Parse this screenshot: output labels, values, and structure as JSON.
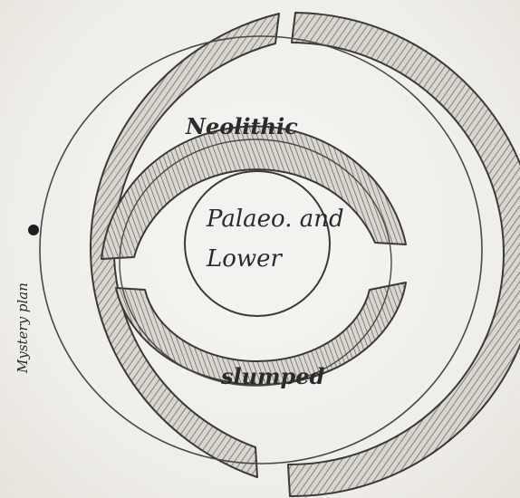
{
  "labels": {
    "outer_ring": "Neolithic",
    "center_line1": "Palaeo. and",
    "center_line2": "Lower",
    "middle_ring": "slumped",
    "side_note": "Mystery plan"
  }
}
